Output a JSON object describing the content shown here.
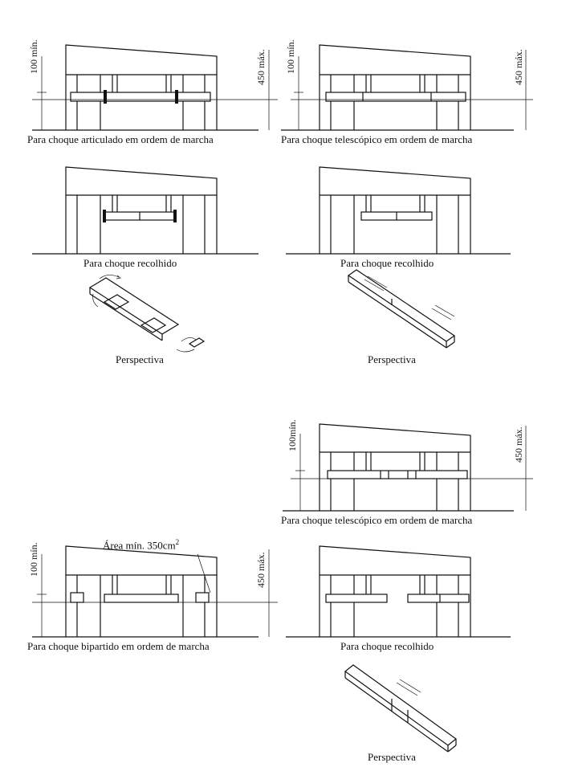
{
  "captions": {
    "articulated_marching": "Para choque articulado em ordem de marcha",
    "telescopic_marching": "Para choque  telescópico em ordem de marcha",
    "retracted_left": "Para choque recolhido",
    "retracted_right": "Para choque recolhido",
    "perspective_left": "Perspectiva",
    "perspective_right": "Perspectiva",
    "telescopic_marching_2": "Para choque telescópico em ordem de marcha",
    "bipartite_marching": "Para choque bipartido em ordem de marcha",
    "retracted_bottom": "Para choque recolhido",
    "perspective_bottom": "Perspectiva"
  },
  "dimensions": {
    "min_1": "100 mín.",
    "max_1": "450 máx.",
    "min_2": "100 mín.",
    "max_2": "450 máx.",
    "min_3": "100mín.",
    "max_3": "450 máx.",
    "min_4": "100 mín.",
    "max_4": "450 máx."
  },
  "annotations": {
    "area_min": "Área mín. 350cm",
    "area_unit_exp": "2"
  }
}
